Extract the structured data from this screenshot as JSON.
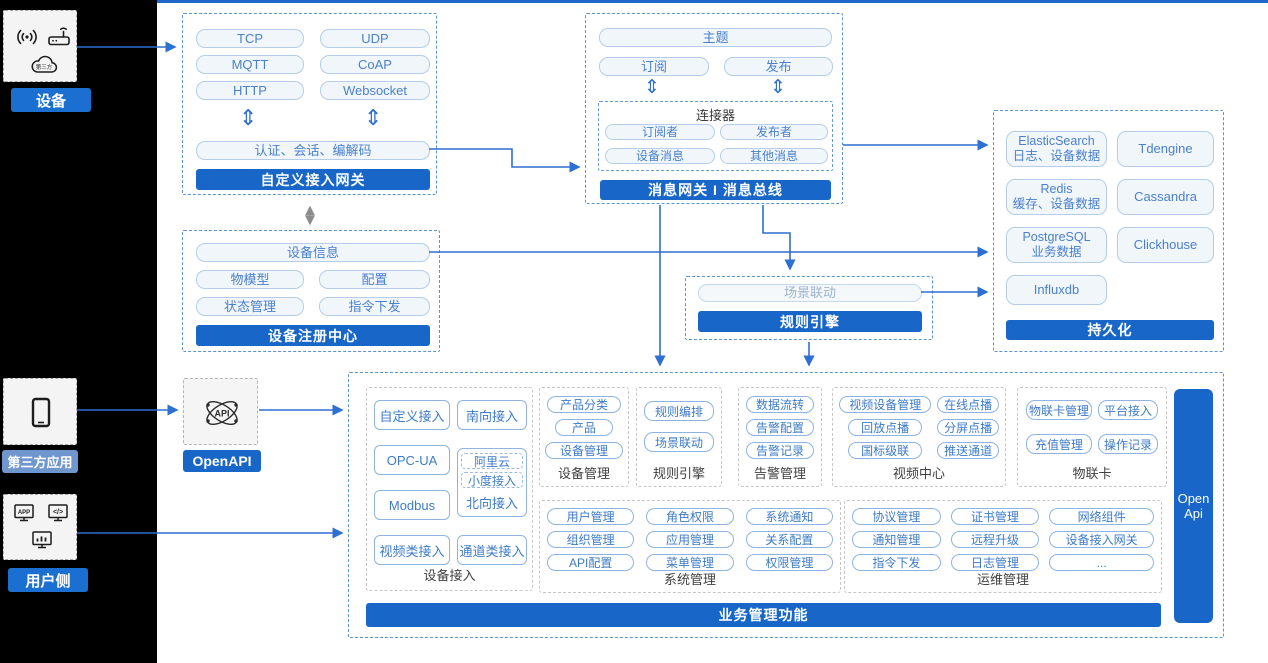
{
  "left_panel": {
    "device": {
      "label": "设备",
      "cloud_text": "第三方",
      "icons": [
        "signal-icon",
        "router-icon",
        "third-party-cloud-icon"
      ]
    },
    "third_party": {
      "label": "第三方应用",
      "icons": [
        "phone-icon"
      ]
    },
    "user_side": {
      "label": "用户侧",
      "icons": [
        "app-icon",
        "code-icon",
        "dashboard-icon"
      ]
    }
  },
  "open_api": {
    "label": "OpenAPI",
    "icon": "api-network-icon"
  },
  "glyphs": {
    "updown": "⇕"
  },
  "gateway_box": {
    "protocols": [
      "TCP",
      "UDP",
      "MQTT",
      "CoAP",
      "HTTP",
      "Websocket"
    ],
    "auth_pill": "认证、会话、编解码",
    "title": "自定义接入网关"
  },
  "message_box": {
    "topic": "主题",
    "subscribe": "订阅",
    "publish": "发布",
    "connector": {
      "title": "连接器",
      "items": [
        "订阅者",
        "发布者",
        "设备消息",
        "其他消息"
      ]
    },
    "title": "消息网关 I 消息总线"
  },
  "persistence_box": {
    "items": [
      "ElasticSearch\n日志、设备数据",
      "Tdengine",
      "Redis\n缓存、设备数据",
      "Cassandra",
      "PostgreSQL\n业务数据",
      "Clickhouse",
      "Influxdb"
    ],
    "title": "持久化"
  },
  "registry_box": {
    "device_info": "设备信息",
    "items": [
      "物模型",
      "配置",
      "状态管理",
      "指令下发"
    ],
    "title": "设备注册中心"
  },
  "rule_box": {
    "item": "场景联动",
    "title": "规则引擎"
  },
  "business_box": {
    "title": "业务管理功能",
    "open_api_bar": "Open\nApi",
    "device_access": {
      "label": "设备接入",
      "pills": [
        "自定义接入",
        "南向接入",
        "OPC-UA",
        "Modbus",
        "视频类接入",
        "通道类接入"
      ],
      "north_group": {
        "inner": [
          "阿里云",
          "小度接入"
        ],
        "label": "北向接入"
      }
    },
    "device_mgmt": {
      "label": "设备管理",
      "pills": [
        "产品分类",
        "产品",
        "设备管理"
      ]
    },
    "rule_engine": {
      "label": "规则引擎",
      "pills": [
        "规则编排",
        "场景联动"
      ]
    },
    "alarm": {
      "label": "告警管理",
      "pills": [
        "数据流转",
        "告警配置",
        "告警记录"
      ]
    },
    "video_center": {
      "label": "视频中心",
      "pills": [
        "视频设备管理",
        "在线点播",
        "回放点播",
        "分屏点播",
        "国标级联",
        "推送通道"
      ]
    },
    "iot_card": {
      "label": "物联卡",
      "pills": [
        "物联卡管理",
        "平台接入",
        "充值管理",
        "操作记录"
      ]
    },
    "system_mgmt": {
      "label": "系统管理",
      "pills": [
        "用户管理",
        "角色权限",
        "系统通知",
        "组织管理",
        "应用管理",
        "关系配置",
        "API配置",
        "菜单管理",
        "权限管理"
      ]
    },
    "ops_mgmt": {
      "label": "运维管理",
      "pills": [
        "协议管理",
        "证书管理",
        "网络组件",
        "通知管理",
        "远程升级",
        "设备接入网关",
        "指令下发",
        "日志管理",
        "..."
      ]
    }
  },
  "colors": {
    "accent": "#1766C8",
    "line": "#2E6FD2",
    "pill_text": "#4A80CC",
    "label_light_blue": "#7096CE",
    "label_blue": "#1B6FD0"
  }
}
